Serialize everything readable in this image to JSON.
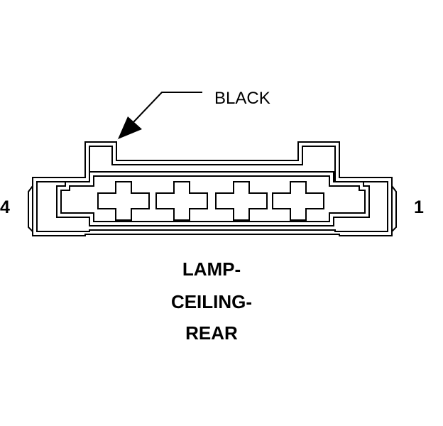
{
  "connector": {
    "wire_color_label": "BLACK",
    "pin_left_label": "4",
    "pin_right_label": "1",
    "name_lines": [
      "LAMP-",
      "CEILING-",
      "REAR"
    ],
    "cavity_count": 4
  },
  "colors": {
    "line": "#000000",
    "background": "#ffffff"
  }
}
